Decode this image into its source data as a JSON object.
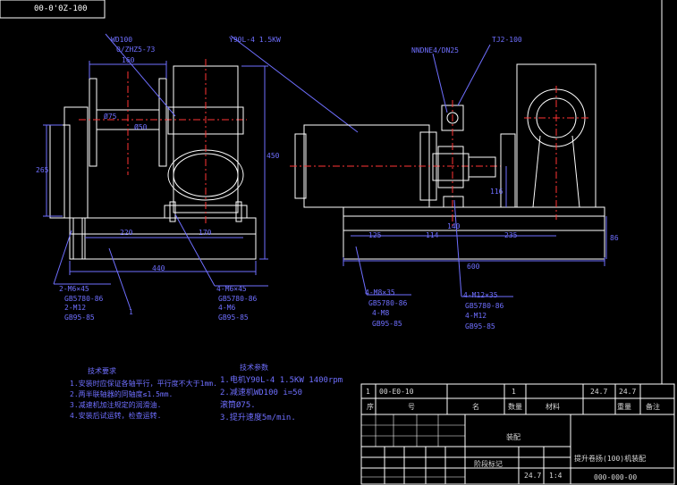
{
  "drawing_code_box": "00-0'0Z-100",
  "left_view": {
    "callout_reducer": "WD100",
    "callout_reducer_sub": "0/ZHZ5-73",
    "dim_160": "160",
    "dim_phi75": "Ø75",
    "dim_phi50": "Ø50",
    "dim_265": "265",
    "dim_450": "450",
    "dim_220": "220",
    "dim_170": "170",
    "dim_440": "440",
    "leader_1": "2-M6×45",
    "leader_1b": "GB5780-86",
    "leader_1c": "2-M12",
    "leader_1d": "GB95-85",
    "leader_item": "1",
    "leader_2": "4-M6×45",
    "leader_2b": "GB5780-86",
    "leader_2c": "4-M6",
    "leader_2d": "GB95-85"
  },
  "right_view": {
    "callout_motor": "Y90L-4 1.5KW",
    "callout_coupling": "NNDNE4/DN25",
    "callout_bearing": "TJ2-100",
    "dim_125": "125",
    "dim_114": "114",
    "dim_140": "140",
    "dim_235": "235",
    "dim_600": "600",
    "dim_116": "116",
    "dim_86": "86",
    "leader_3": "4-M8×35",
    "leader_3b": "GB5780-86",
    "leader_3c": "4-M8",
    "leader_3d": "GB95-85",
    "leader_4": "4-M12×35",
    "leader_4b": "GB5780-86",
    "leader_4c": "4-M12",
    "leader_4d": "GB95-85"
  },
  "tech_notes": {
    "title": "技术要求",
    "lines": [
      "1.安装时应保证各轴平行，平行度不大于1mm.",
      "2.两半联轴器的同轴度≤1.5mm.",
      "3.减速机加注规定的润滑油.",
      "4.安装后试运转，检查运转."
    ]
  },
  "spec": {
    "title": "技术参数",
    "lines": [
      "1.电机Y90L-4 1.5KW 1400rpm",
      "2.减速机WD100 i=50",
      "滚筒Ø75.",
      "3.提升速度5m/min."
    ]
  },
  "title_block": {
    "row1_num": "1",
    "row1_code": "00-E0-10",
    "row1_qty": "1",
    "row1_w1": "24.7",
    "row1_w2": "24.7",
    "col_seq": "序",
    "col_code": "号",
    "col_name": "名",
    "col_qty": "数量",
    "col_mat": "材料",
    "col_w": "重量",
    "col_note": "备注",
    "center_label": "装配",
    "product_name": "提升卷扬(100)机装配",
    "scale_weight": "24.7",
    "scale": "1:4",
    "drawing_no": "000-000-00",
    "stage_label": "阶段标记"
  }
}
